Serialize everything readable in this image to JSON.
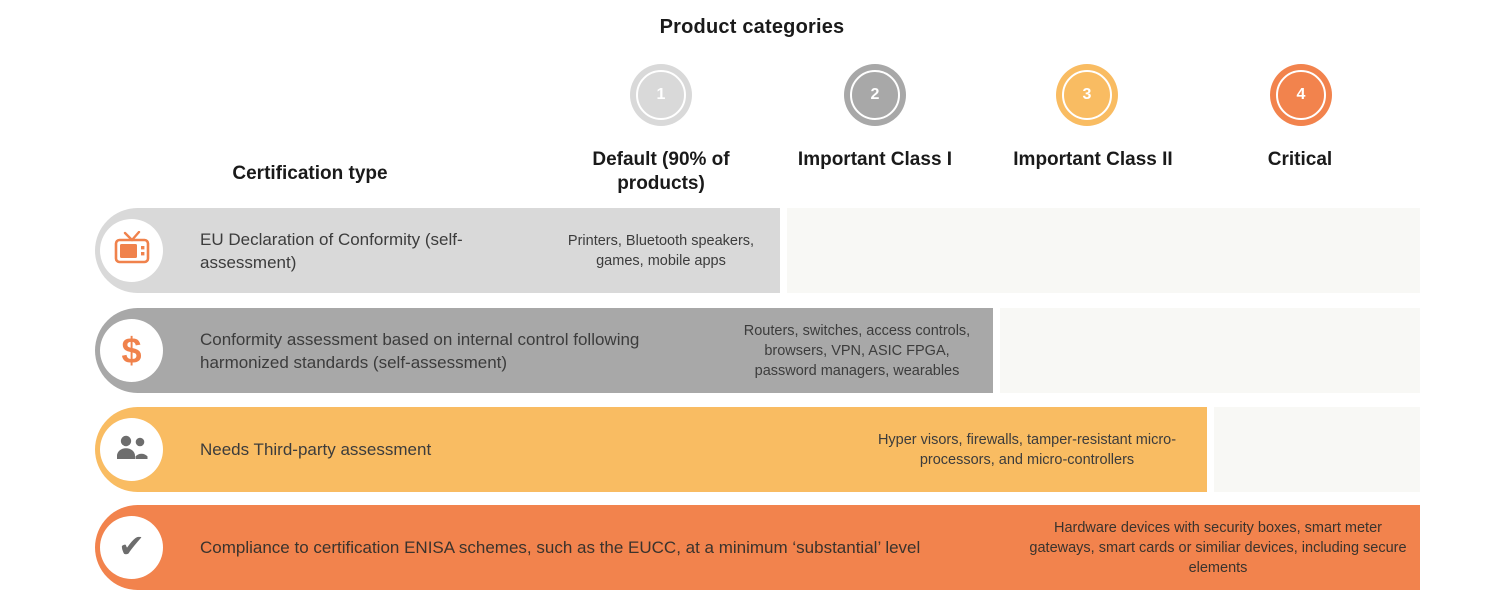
{
  "title": "Product categories",
  "columns": {
    "certification_type_label": "Certification type",
    "categories": [
      {
        "number": "1",
        "label": "Default (90% of products)",
        "color": "#d9d9d9"
      },
      {
        "number": "2",
        "label": "Important Class I",
        "color": "#a8a8a8"
      },
      {
        "number": "3",
        "label": "Important Class II",
        "color": "#f9bc62"
      },
      {
        "number": "4",
        "label": "Critical",
        "color": "#f2834d"
      }
    ]
  },
  "rows": [
    {
      "certification": "EU Declaration of Conformity (self-assessment)",
      "examples": "Printers, Bluetooth speakers, games, mobile apps",
      "applies_to_category": "Default (90% of products)",
      "icon": "tv-icon",
      "color": "#d9d9d9"
    },
    {
      "certification": "Conformity assessment based on internal control following harmonized standards (self-assessment)",
      "examples": "Routers, switches, access controls, browsers, VPN, ASIC FPGA, password managers, wearables",
      "applies_to_category": "Important Class I",
      "icon": "dollar-icon",
      "color": "#a8a8a8"
    },
    {
      "certification": "Needs Third-party assessment",
      "examples": "Hyper visors, firewalls, tamper-resistant micro-processors, and micro-controllers",
      "applies_to_category": "Important Class II",
      "icon": "people-icon",
      "color": "#f9bc62"
    },
    {
      "certification": "Compliance to certification ENISA schemes, such as the EUCC, at a minimum ‘substantial’ level",
      "examples": "Hardware devices with security boxes, smart meter gateways, smart cards or similiar devices, including secure elements",
      "applies_to_category": "Critical",
      "icon": "check-icon",
      "color": "#f2834d"
    }
  ],
  "palette": {
    "row_track": "#f8f8f5",
    "icon_orange": "#f0824c",
    "icon_gray": "#6d6d6d",
    "text_dark": "#3c3c3c"
  },
  "glyphs": {
    "dollar": "$",
    "check": "✔"
  }
}
